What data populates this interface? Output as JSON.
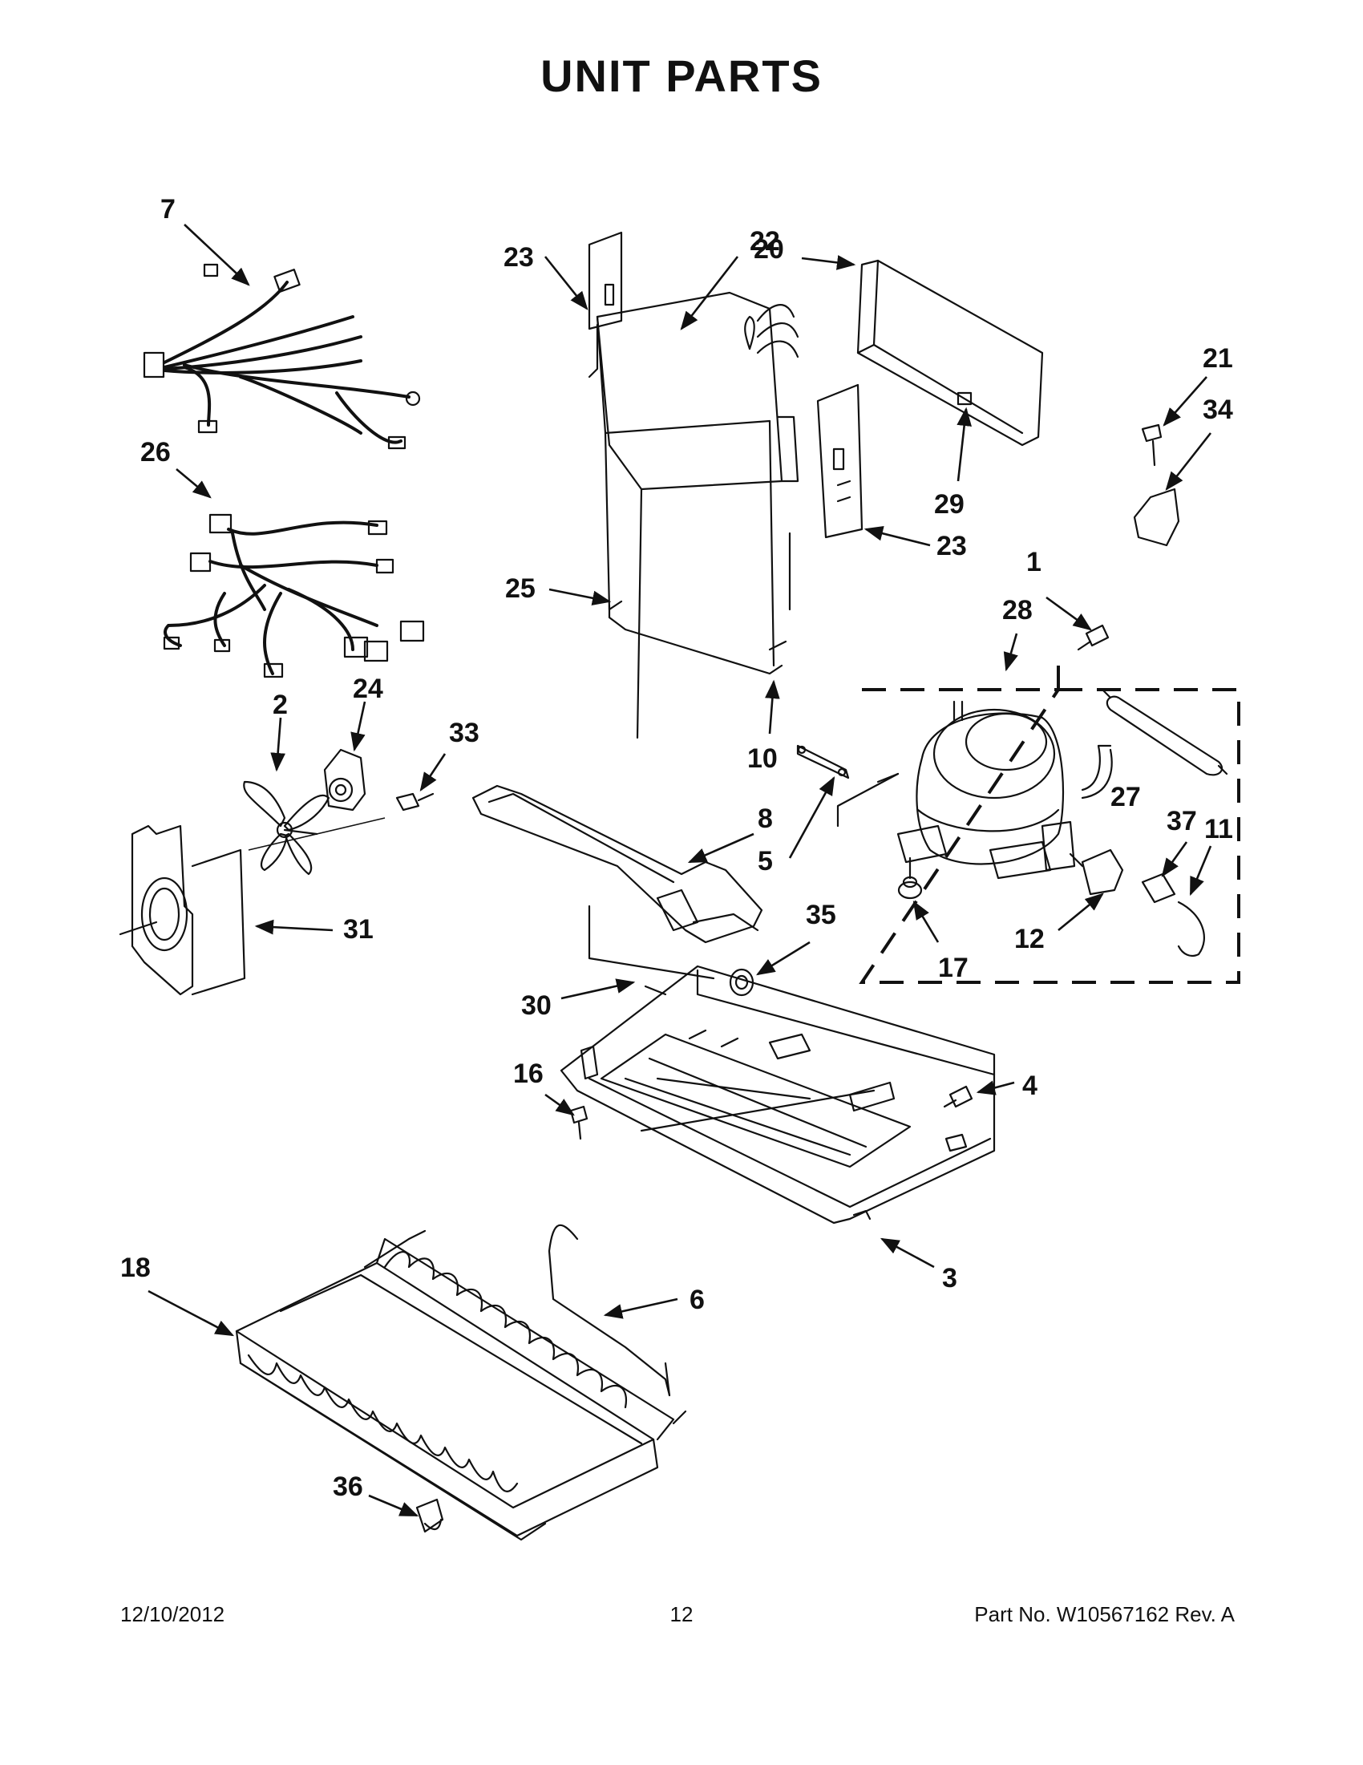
{
  "title": "UNIT PARTS",
  "footer": {
    "date": "12/10/2012",
    "page": "12",
    "part_no": "Part No.  W10567162  Rev.  A"
  },
  "callouts": [
    {
      "id": "c7",
      "text": "7"
    },
    {
      "id": "c26",
      "text": "26"
    },
    {
      "id": "c2",
      "text": "2"
    },
    {
      "id": "c24",
      "text": "24"
    },
    {
      "id": "c33",
      "text": "33"
    },
    {
      "id": "c31",
      "text": "31"
    },
    {
      "id": "c23a",
      "text": "23"
    },
    {
      "id": "c22",
      "text": "22"
    },
    {
      "id": "c20",
      "text": "20"
    },
    {
      "id": "c21",
      "text": "21"
    },
    {
      "id": "c34",
      "text": "34"
    },
    {
      "id": "c29",
      "text": "29"
    },
    {
      "id": "c23b",
      "text": "23"
    },
    {
      "id": "c25",
      "text": "25"
    },
    {
      "id": "c1",
      "text": "1"
    },
    {
      "id": "c28",
      "text": "28"
    },
    {
      "id": "c27",
      "text": "27"
    },
    {
      "id": "c10",
      "text": "10"
    },
    {
      "id": "c8",
      "text": "8"
    },
    {
      "id": "c5",
      "text": "5"
    },
    {
      "id": "c37",
      "text": "37"
    },
    {
      "id": "c11",
      "text": "11"
    },
    {
      "id": "c35",
      "text": "35"
    },
    {
      "id": "c12",
      "text": "12"
    },
    {
      "id": "c17",
      "text": "17"
    },
    {
      "id": "c30",
      "text": "30"
    },
    {
      "id": "c16",
      "text": "16"
    },
    {
      "id": "c4",
      "text": "4"
    },
    {
      "id": "c3",
      "text": "3"
    },
    {
      "id": "c18",
      "text": "18"
    },
    {
      "id": "c6",
      "text": "6"
    },
    {
      "id": "c36",
      "text": "36"
    }
  ]
}
